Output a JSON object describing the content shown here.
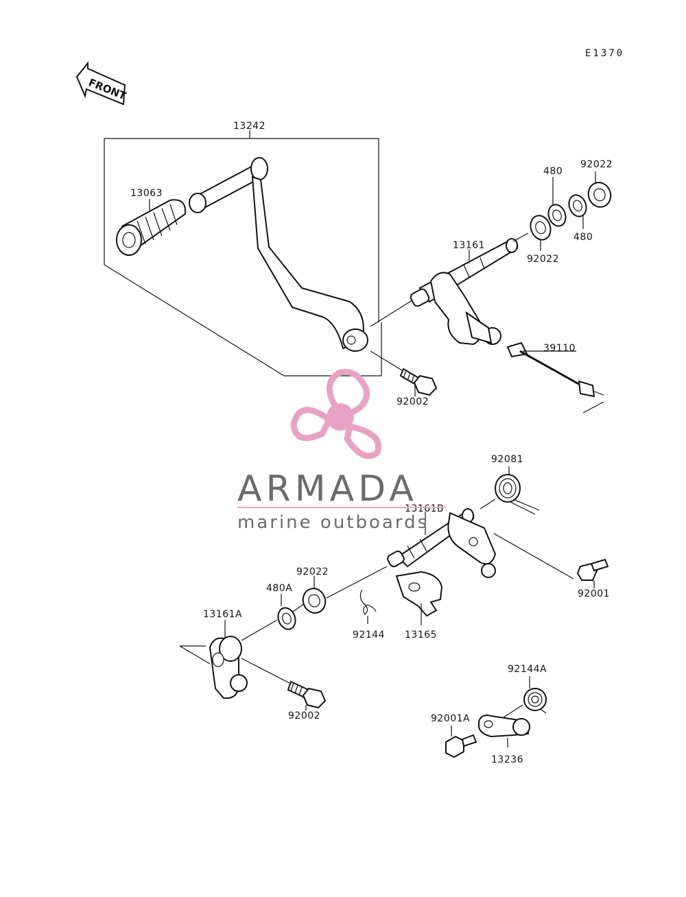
{
  "diagram": {
    "code": "E1370",
    "front_label": "FRONT",
    "parts": {
      "p13242": "13242",
      "p13063": "13063",
      "p13161": "13161",
      "p92022_a": "92022",
      "p480_a": "480",
      "p480_b": "480",
      "p92022_b": "92022",
      "p39110": "39110",
      "p92002_a": "92002",
      "p92081": "92081",
      "p13161B": "13161B",
      "p92001": "92001",
      "p92022_c": "92022",
      "p480A": "480A",
      "p13161A": "13161A",
      "p92144": "92144",
      "p13165": "13165",
      "p92002_b": "92002",
      "p92144A": "92144A",
      "p92001A": "92001A",
      "p13236": "13236"
    }
  },
  "watermark": {
    "brand": "ARMADA",
    "tagline": "marine outboards",
    "logo_icon": "propeller-logo-icon",
    "color_pink": "#e8a3c4",
    "color_pink_dark": "#d987b0",
    "color_gray": "#6b6b6b"
  }
}
